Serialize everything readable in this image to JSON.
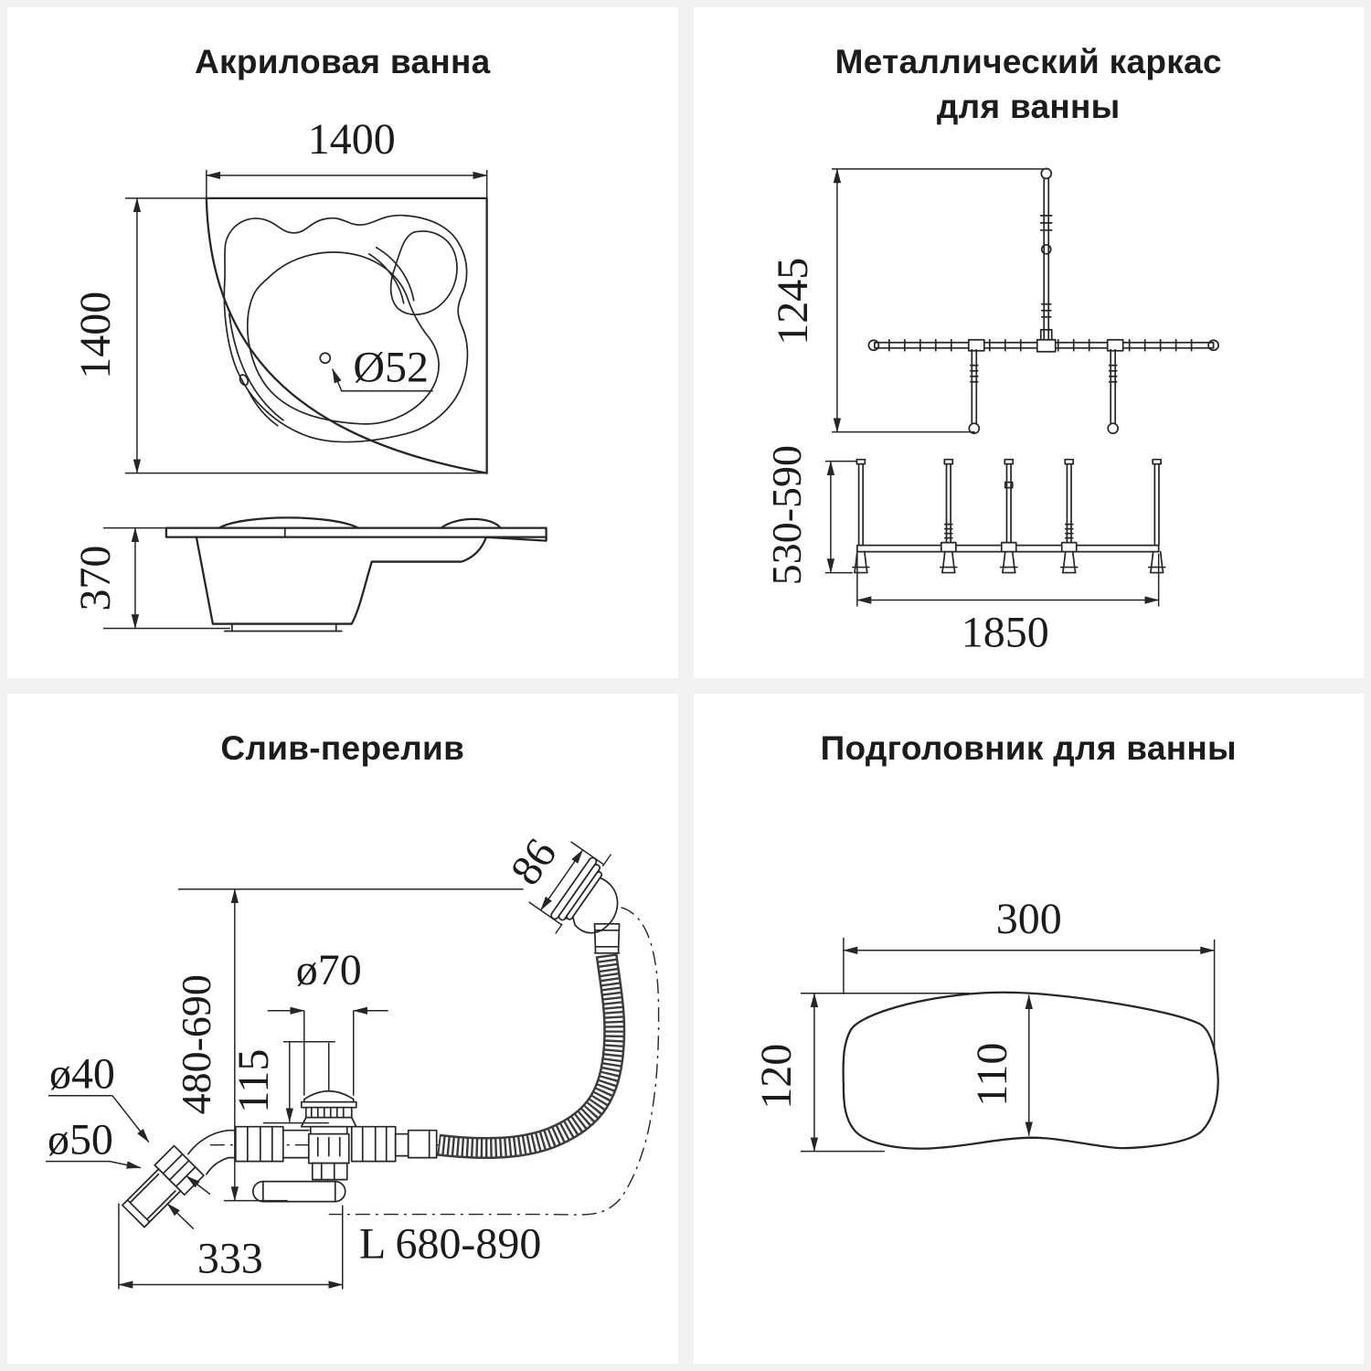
{
  "page": {
    "background": "#f2f2f2",
    "panel_background": "#ffffff",
    "line_color": "#262626",
    "title_color": "#1c1c1c"
  },
  "quadrants": {
    "bath": {
      "title": "Акриловая ванна",
      "dim_width": "1400",
      "dim_depth": "1400",
      "dim_drain": "Ø52",
      "dim_height": "370"
    },
    "frame": {
      "title_line1": "Металлический каркас",
      "title_line2": "для ванны",
      "dim_height": "1245",
      "dim_legs": "530-590",
      "dim_length": "1850"
    },
    "drain": {
      "title": "Слив-перелив",
      "dim_overflow_head": "86",
      "dim_height_range": "480-690",
      "dim_cap": "ø70",
      "dim_plug_height": "115",
      "dim_pipe_inner": "ø40",
      "dim_pipe_outer": "ø50",
      "dim_offset": "333",
      "dim_hose_length": "L 680-890"
    },
    "headrest": {
      "title": "Подголовник для ванны",
      "dim_width": "300",
      "dim_height_outer": "120",
      "dim_height_inner": "110"
    }
  }
}
